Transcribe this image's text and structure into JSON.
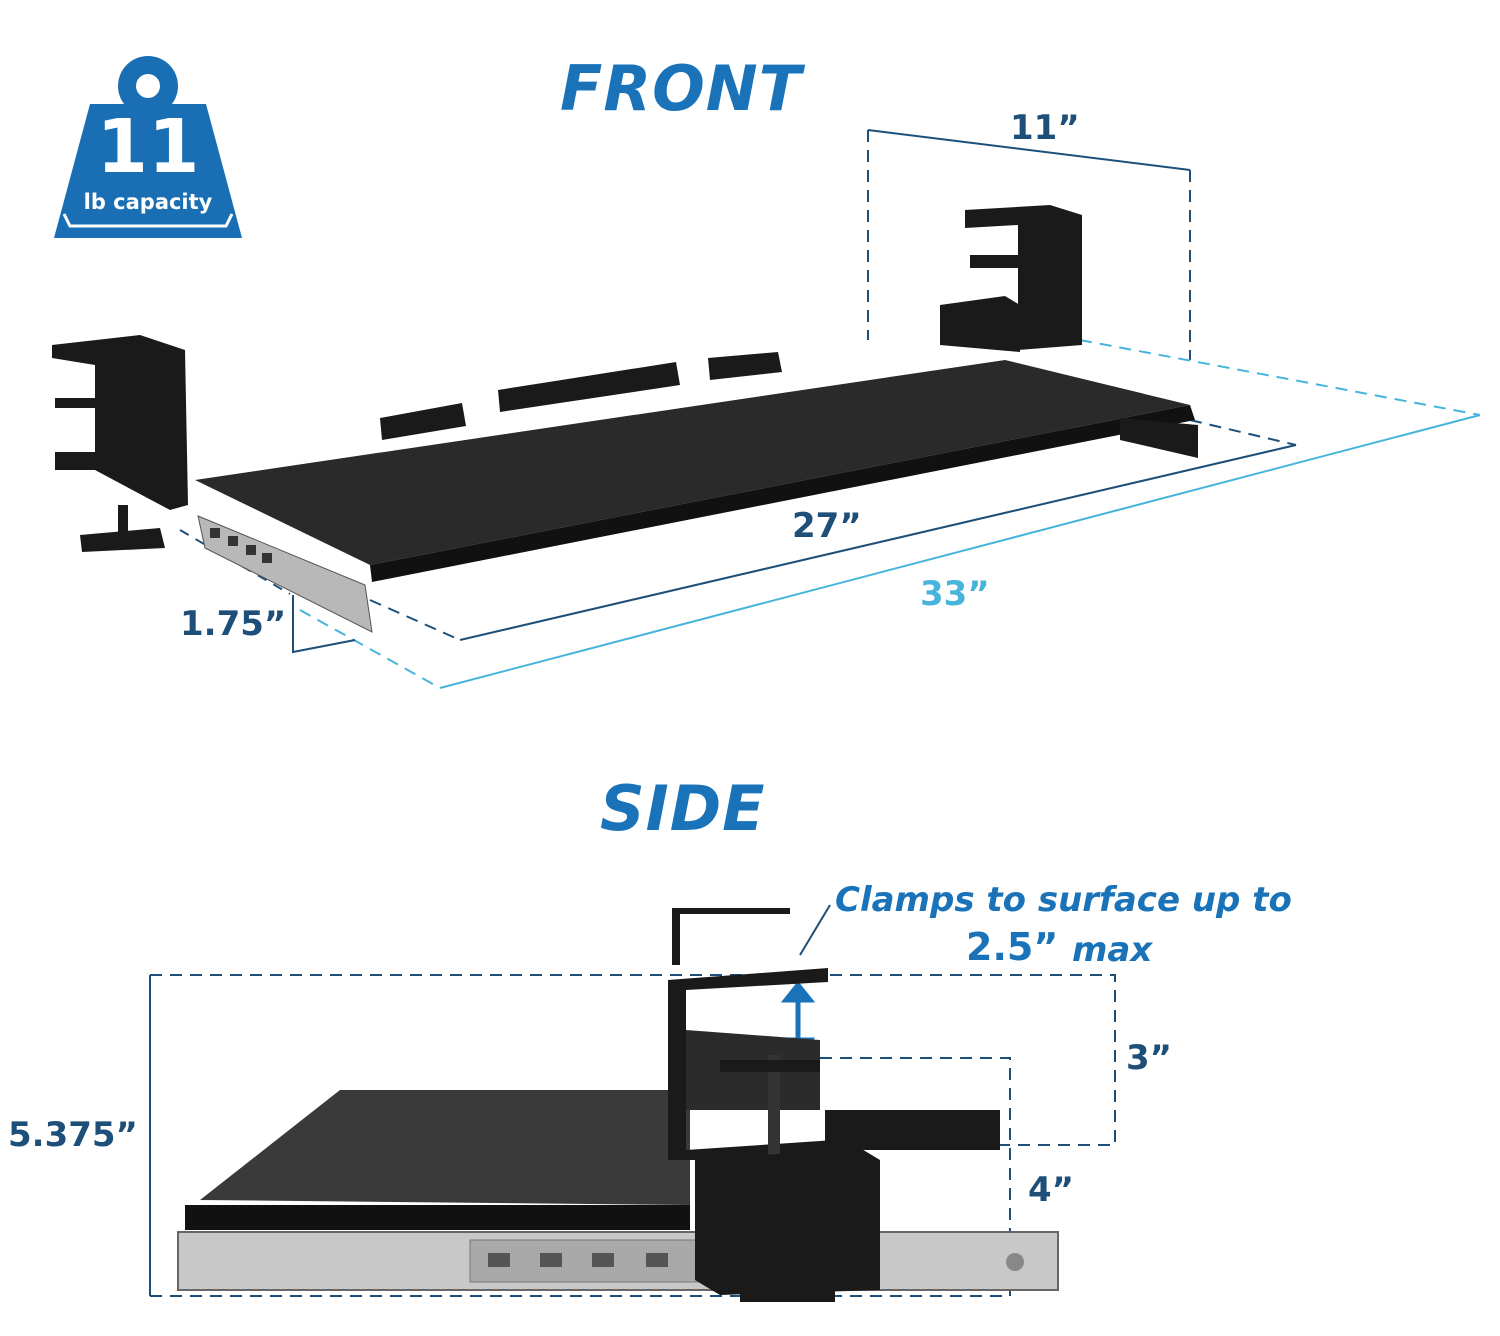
{
  "badge": {
    "number": "11",
    "label": "lb capacity",
    "icon": "weight-icon",
    "color": "#1a6fb4"
  },
  "front": {
    "title": "FRONT",
    "dims": {
      "depth": "11”",
      "tray_width": "27”",
      "overall_width": "33”",
      "height": "1.75”"
    }
  },
  "side": {
    "title": "SIDE",
    "clamp_note_line1": "Clamps to surface up to",
    "clamp_note_value": "2.5”",
    "clamp_note_suffix": "max",
    "dims": {
      "overall_height": "5.375”",
      "upper": "3”",
      "lower": "4”"
    }
  },
  "colors": {
    "accent": "#1a73b8",
    "dark_dim": "#1d4f78",
    "light_dim": "#47b4dc",
    "tray": "#1c1c1c"
  }
}
